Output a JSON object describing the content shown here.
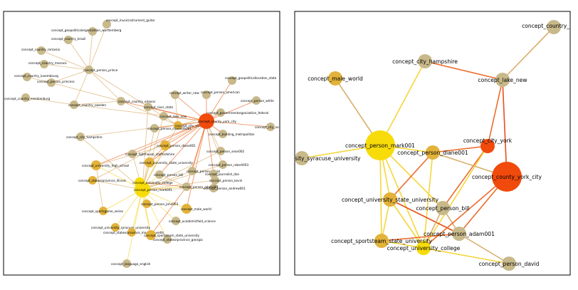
{
  "colors": {
    "node_tan": "#c8b98a",
    "node_gold": "#e2b23a",
    "node_yellow": "#f7dc0a",
    "node_orange": "#e2691a",
    "node_red": "#f04a0c",
    "edge_yellow": "#f6d63a",
    "edge_tan": "#d9ae6b",
    "edge_orange": "#ec6c2a",
    "edge_redorange": "#e5501c"
  },
  "left_graph": {
    "nodes": [
      {
        "id": "l1",
        "label": "concept_musicinstrument_guitar"
      },
      {
        "id": "l2",
        "label": "concept_geopoliticalorganization_wurttemberg"
      },
      {
        "id": "l3",
        "label": "concept_country_brazil"
      },
      {
        "id": "l4",
        "label": "concept_country_romania"
      },
      {
        "id": "l5",
        "label": "concept_country_monaco"
      },
      {
        "id": "l6",
        "label": "concept_person_prince"
      },
      {
        "id": "l7",
        "label": "concept_country_luxembourg"
      },
      {
        "id": "l8",
        "label": "concept_person_princess"
      },
      {
        "id": "l9",
        "label": "concept_country_mecklenburg"
      },
      {
        "id": "l10",
        "label": "concept_country_sweden"
      },
      {
        "id": "l11",
        "label": "concept_country_orleans"
      },
      {
        "id": "l12",
        "label": "concept_writer_new"
      },
      {
        "id": "l13",
        "label": "concept_geopoliticallocation_state"
      },
      {
        "id": "l14",
        "label": "concept_river_state"
      },
      {
        "id": "l15",
        "label": "concept_person_american"
      },
      {
        "id": "l16",
        "label": "concept_person_white"
      },
      {
        "id": "l17",
        "label": "concept_governmentorganization_federal"
      },
      {
        "id": "l18",
        "label": "concept_city_hampshire"
      },
      {
        "id": "l19",
        "label": "concept_building_metropolitan"
      },
      {
        "id": "l20",
        "label": "concept_city_new"
      },
      {
        "id": "l21",
        "label": "concept_lake_new"
      },
      {
        "id": "l22",
        "label": "concept_city_york"
      },
      {
        "id": "l23",
        "label": "concept_person_charlotte001"
      },
      {
        "id": "l24",
        "label": "concept_person_sean002"
      },
      {
        "id": "l25",
        "label": "concept_person_robert003"
      },
      {
        "id": "l26",
        "label": "concept_university_high_school"
      },
      {
        "id": "l27",
        "label": "concept_stateorprovince_illinois"
      },
      {
        "id": "l28",
        "label": "concept_person_kevin"
      },
      {
        "id": "l29",
        "label": "concept_person_andrew001"
      },
      {
        "id": "l30",
        "label": "concept_person_mark001"
      },
      {
        "id": "l31",
        "label": "concept_person_john003"
      },
      {
        "id": "l32",
        "label": "concept_male_world"
      },
      {
        "id": "l33",
        "label": "concept_sportsgame_series"
      },
      {
        "id": "l34",
        "label": "concept_academicfield_science"
      },
      {
        "id": "l35",
        "label": "concept_university_syracuse_university"
      },
      {
        "id": "l36",
        "label": "concept_stateorprovince_massachusetts"
      },
      {
        "id": "l37",
        "label": "concept_stateorprovince_georgia"
      },
      {
        "id": "l38",
        "label": "concept_language_english"
      },
      {
        "id": "l39",
        "label": "concept_county_york_city"
      },
      {
        "id": "l40",
        "label": "concept_university_state_university"
      },
      {
        "id": "l41",
        "label": "concept_person_diane001"
      },
      {
        "id": "l42",
        "label": "concept_person_bill"
      },
      {
        "id": "l43",
        "label": "concept_person_adam001"
      },
      {
        "id": "l44",
        "label": "concept_person_david"
      },
      {
        "id": "l45",
        "label": "concept_journalist_dan"
      },
      {
        "id": "l46",
        "label": "concept_sportsteam_state_university"
      },
      {
        "id": "l47",
        "label": "concept_university_college"
      },
      {
        "id": "l48",
        "label": "concept_lighthouse_staffordshire"
      }
    ]
  },
  "right_graph": {
    "nodes": [
      {
        "id": "r1",
        "label": "concept_country_"
      },
      {
        "id": "r2",
        "label": "concept_city_hampshire"
      },
      {
        "id": "r3",
        "label": "concept_male_world"
      },
      {
        "id": "r4",
        "label": "concept_lake_new"
      },
      {
        "id": "r5",
        "label": "concept_city_york"
      },
      {
        "id": "r6",
        "label": "concept_person_mark001"
      },
      {
        "id": "r7",
        "label": "sity_syracuse_university"
      },
      {
        "id": "r8",
        "label": "concept_person_diane001"
      },
      {
        "id": "r9",
        "label": "concept_county_york_city"
      },
      {
        "id": "r10",
        "label": "concept_university_state_university"
      },
      {
        "id": "r11",
        "label": "concept_person_bill"
      },
      {
        "id": "r12",
        "label": "concept_person_adam001"
      },
      {
        "id": "r13",
        "label": "concept_sportsteam_state_university"
      },
      {
        "id": "r14",
        "label": "concept_university_college"
      },
      {
        "id": "r15",
        "label": "concept_person_david"
      }
    ],
    "edges": [
      {
        "from": "r1",
        "to": "r4",
        "color": "edge_tan"
      },
      {
        "from": "r2",
        "to": "r4",
        "color": "edge_orange"
      },
      {
        "from": "r2",
        "to": "r6",
        "color": "edge_yellow"
      },
      {
        "from": "r3",
        "to": "r6",
        "color": "edge_tan"
      },
      {
        "from": "r4",
        "to": "r5",
        "color": "edge_orange"
      },
      {
        "from": "r4",
        "to": "r9",
        "color": "edge_redorange"
      },
      {
        "from": "r5",
        "to": "r8",
        "color": "edge_orange"
      },
      {
        "from": "r5",
        "to": "r11",
        "color": "edge_orange"
      },
      {
        "from": "r5",
        "to": "r14",
        "color": "edge_yellow"
      },
      {
        "from": "r6",
        "to": "r7",
        "color": "edge_yellow"
      },
      {
        "from": "r6",
        "to": "r8",
        "color": "edge_yellow"
      },
      {
        "from": "r6",
        "to": "r10",
        "color": "edge_yellow"
      },
      {
        "from": "r6",
        "to": "r13",
        "color": "edge_yellow"
      },
      {
        "from": "r6",
        "to": "r14",
        "color": "edge_yellow"
      },
      {
        "from": "r6",
        "to": "r11",
        "color": "edge_yellow"
      },
      {
        "from": "r8",
        "to": "r10",
        "color": "edge_orange"
      },
      {
        "from": "r8",
        "to": "r9",
        "color": "edge_tan"
      },
      {
        "from": "r8",
        "to": "r14",
        "color": "edge_yellow"
      },
      {
        "from": "r10",
        "to": "r12",
        "color": "edge_redorange"
      },
      {
        "from": "r10",
        "to": "r13",
        "color": "edge_yellow"
      },
      {
        "from": "r10",
        "to": "r14",
        "color": "edge_yellow"
      },
      {
        "from": "r11",
        "to": "r12",
        "color": "edge_tan"
      },
      {
        "from": "r12",
        "to": "r9",
        "color": "edge_orange"
      },
      {
        "from": "r12",
        "to": "r13",
        "color": "edge_orange"
      },
      {
        "from": "r13",
        "to": "r14",
        "color": "edge_yellow"
      },
      {
        "from": "r14",
        "to": "r9",
        "color": "edge_orange"
      },
      {
        "from": "r14",
        "to": "r15",
        "color": "edge_yellow"
      },
      {
        "from": "r12",
        "to": "r15",
        "color": "edge_tan"
      },
      {
        "from": "r11",
        "to": "r14",
        "color": "edge_tan"
      }
    ]
  }
}
